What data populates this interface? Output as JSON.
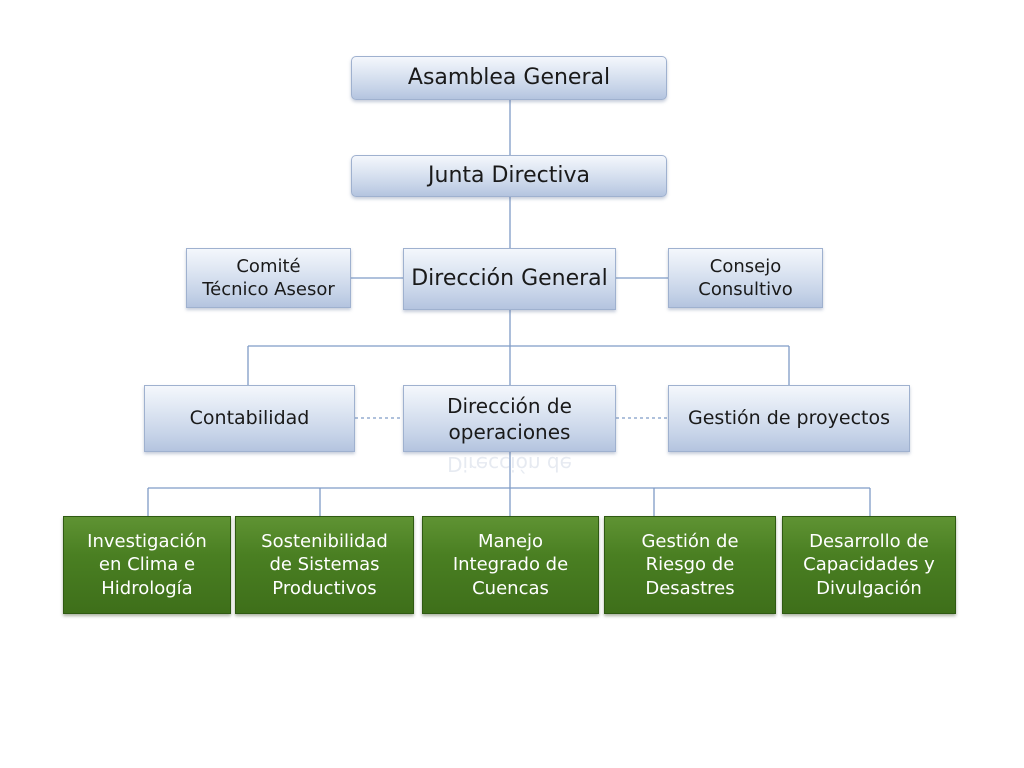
{
  "chart": {
    "top": {
      "asamblea": "Asamblea General",
      "junta": "Junta Directiva",
      "direccion_general": "Dirección General"
    },
    "side": {
      "comite": "Comité\nTécnico Asesor",
      "consejo": "Consejo\nConsultivo"
    },
    "middle": {
      "contabilidad": "Contabilidad",
      "operaciones": "Dirección de\noperaciones",
      "proyectos": "Gestión de proyectos"
    },
    "programs": [
      "Investigación\nen Clima e\nHidrología",
      "Sostenibilidad\nde Sistemas\nProductivos",
      "Manejo\nIntegrado de\nCuencas",
      "Gestión de\nRiesgo de\nDesastres",
      "Desarrollo de\nCapacidades y\nDivulgación"
    ]
  },
  "colors": {
    "box_blue": "#c6d3e8",
    "box_green": "#4a7f22",
    "connector": "#7f9cc6"
  }
}
